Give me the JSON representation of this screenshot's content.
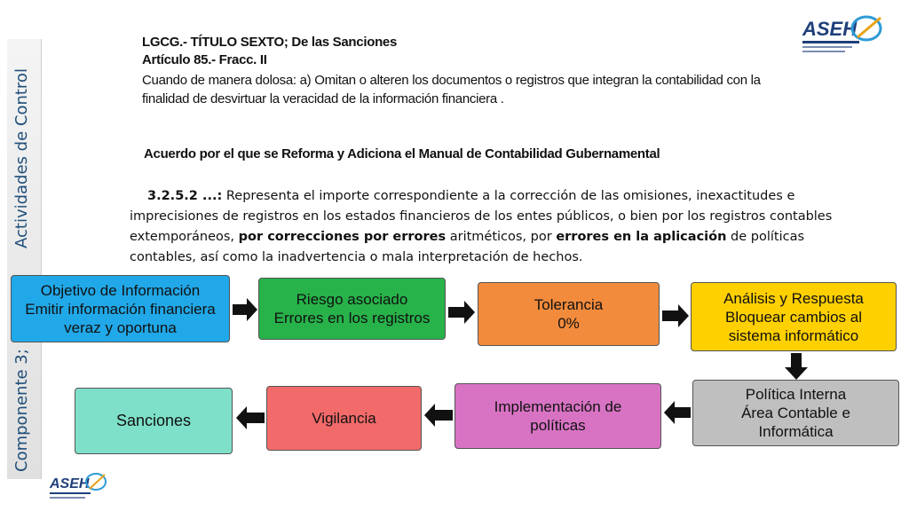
{
  "sidebar": {
    "label_top": "Actividades de Control",
    "label_bottom": "Componente 3;"
  },
  "logo": {
    "text": "ASEH"
  },
  "header": {
    "line1": "LGCG.- TÍTULO SEXTO;  De las Sanciones",
    "line2": "Artículo 85.- Fracc. II",
    "line3": "Cuando de manera dolosa:  a) Omitan o alteren los documentos o registros que integran la contabilidad con la",
    "line4": "finalidad de desvirtuar la veracidad de la información financiera ."
  },
  "acuerdo": {
    "title": "Acuerdo por el que se Reforma y Adiciona el Manual de Contabilidad Gubernamental"
  },
  "body": {
    "lead": "3.2.5.2 ...:",
    "p1": " Representa el importe correspondiente a la corrección de las omisiones, inexactitudes e imprecisiones de registros en los estados financieros de los entes públicos, o bien por los registros contables extemporáneos, ",
    "b1": "por correcciones por errores",
    "p2": " aritméticos, por ",
    "b2": "errores en la aplicación",
    "p3": " de políticas contables, así como la inadvertencia o mala interpretación de hechos."
  },
  "flow": {
    "objetivo": "Objetivo de Información\nEmitir información financiera\nveraz y oportuna",
    "riesgo": "Riesgo  asociado\nErrores en los registros",
    "tolerancia": "Tolerancia\n0%",
    "analisis": "Análisis y Respuesta\nBloquear cambios al\nsistema informático",
    "politica": "Política Interna\nÁrea Contable e\nInformática",
    "implementacion": "Implementación de\npolíticas",
    "vigilancia": "Vigilancia",
    "sanciones": "Sanciones"
  },
  "colors": {
    "objetivo": "#21a8e8",
    "riesgo": "#27b24a",
    "tolerancia": "#f28b3c",
    "analisis": "#ffd000",
    "politica": "#bfbfbf",
    "implementacion": "#d873c4",
    "vigilancia": "#f26a6a",
    "sanciones": "#7ee0c8",
    "arrow": "#111111"
  }
}
